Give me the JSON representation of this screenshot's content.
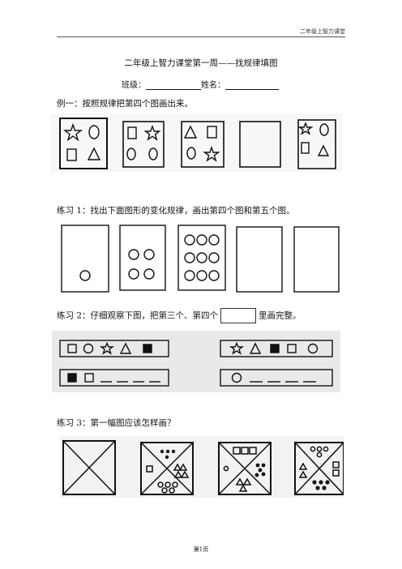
{
  "header": {
    "text": "二年级上智力课堂"
  },
  "title": "二年级上智力课堂第一周——找规律填图",
  "class_line": {
    "class_label": "班级：",
    "name_label": "姓名："
  },
  "example": {
    "label": "例一：按照规律把第四个图画出来。"
  },
  "exercise1": {
    "label": "练习 1：找出下面图形的变化规律，画出第四个图和第五个图。"
  },
  "exercise2": {
    "label_before": "练习 2：仔细观察下图，把第三个、第四个",
    "label_after": "里画完整。"
  },
  "exercise3": {
    "label": "练习 3：第一幅图应该怎样画？"
  },
  "footer": {
    "page": "第1页"
  }
}
